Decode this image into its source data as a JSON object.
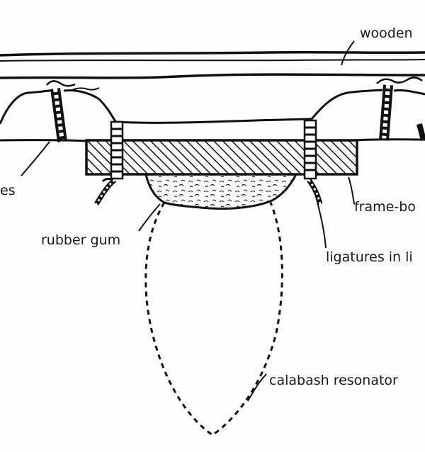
{
  "labels": {
    "wooden": "wooden",
    "es": "es",
    "frame_bo": "frame-bo",
    "rubber_gum": "rubber gum",
    "ligatures_in_li": "ligatures in li",
    "calabash_resonator": "calabash resonator"
  }
}
